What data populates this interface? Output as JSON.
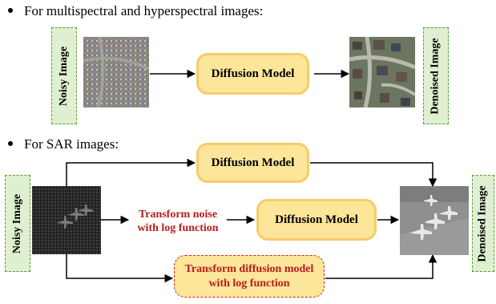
{
  "sections": {
    "top_bullet": "For multispectral and hyperspectral images:",
    "bottom_bullet": "For SAR images:"
  },
  "labels": {
    "noisy_image": "Noisy Image",
    "denoised_image": "Denoised Image",
    "noisy_image_sar": "Noisy Image",
    "denoised_image_sar": "Denoised Image"
  },
  "boxes": {
    "diffusion_top": "Diffusion Model",
    "diffusion_sar_upper": "Diffusion Model",
    "diffusion_sar_middle": "Diffusion Model",
    "transform_noise": "Transform noise with log function",
    "transform_diffusion": "Transform diffusion model with log function"
  },
  "colors": {
    "box_fill": "#fde599",
    "box_border": "#f7cc6b",
    "label_fill": "#dff0d0",
    "label_border": "#5a9a3a",
    "red_text": "#b71c1c"
  }
}
